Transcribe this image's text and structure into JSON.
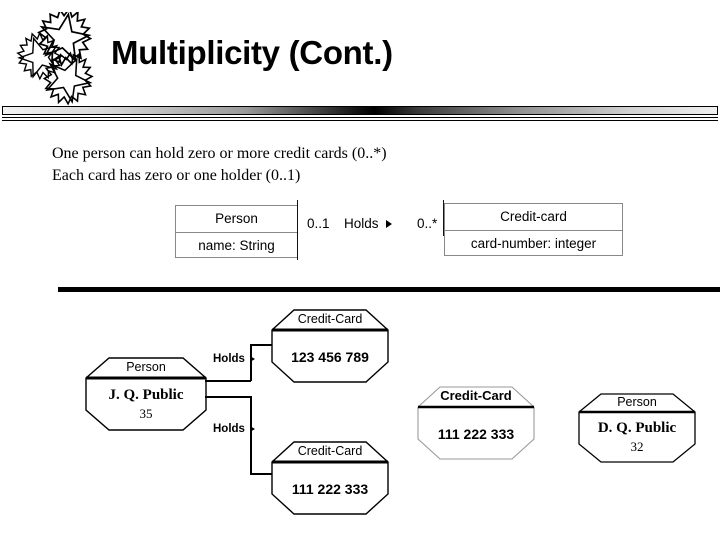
{
  "slide": {
    "title": "Multiplicity (Cont.)",
    "logo_icon": "three-stars-logo",
    "body_line1": "One person can hold zero or more credit cards (0..*)",
    "body_line2": "Each card has zero or one holder (0..1)"
  },
  "class_diagram": {
    "left_class": {
      "name": "Person",
      "attribute": "name: String"
    },
    "right_class": {
      "name": "Credit-card",
      "attribute": "card-number: integer"
    },
    "association": {
      "label": "Holds",
      "direction_icon": "solid-right-triangle",
      "left_multiplicity": "0..1",
      "right_multiplicity": "0..*"
    }
  },
  "object_diagram": {
    "objects": [
      {
        "id": "person-jq",
        "class_name": "Person",
        "value": "J. Q. Public",
        "value2": "35"
      },
      {
        "id": "card-123",
        "class_name": "Credit-Card",
        "value": "123 456 789",
        "value2": ""
      },
      {
        "id": "card-111-linked",
        "class_name": "Credit-Card",
        "value": "111 222 333",
        "value2": ""
      },
      {
        "id": "card-111-orphan",
        "class_name": "Credit-Card",
        "value": "111 222 333",
        "value2": ""
      },
      {
        "id": "person-dq",
        "class_name": "Person",
        "value": "D. Q. Public",
        "value2": "32"
      }
    ],
    "links": [
      {
        "id": "link-upper",
        "label": "Holds",
        "direction_icon": "solid-right-triangle"
      },
      {
        "id": "link-lower",
        "label": "Holds",
        "direction_icon": "solid-right-triangle"
      }
    ]
  },
  "colors": {
    "ink": "#000000",
    "class_box_border": "#888888",
    "orphan_outline": "#9a9a9a",
    "background": "#ffffff"
  }
}
